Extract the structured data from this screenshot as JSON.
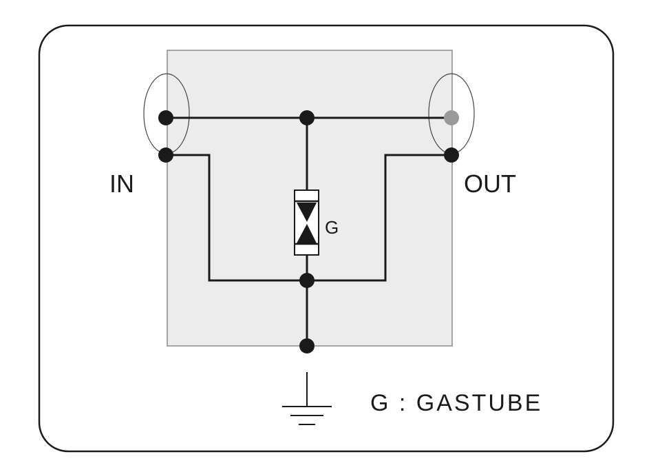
{
  "labels": {
    "input": "IN",
    "output": "OUT",
    "component": "G",
    "legend": "G : GASTUBE"
  },
  "colors": {
    "frame": "#1a1a1a",
    "box_fill": "#ececec",
    "box_border": "#8a8a8a",
    "wire": "#1a1a1a",
    "node": "#1a1a1a",
    "node_faded": "#9a9a9a",
    "ellipse": "#444444",
    "background": "#ffffff"
  },
  "components": [
    "gas-discharge-tube",
    "ground-symbol"
  ]
}
